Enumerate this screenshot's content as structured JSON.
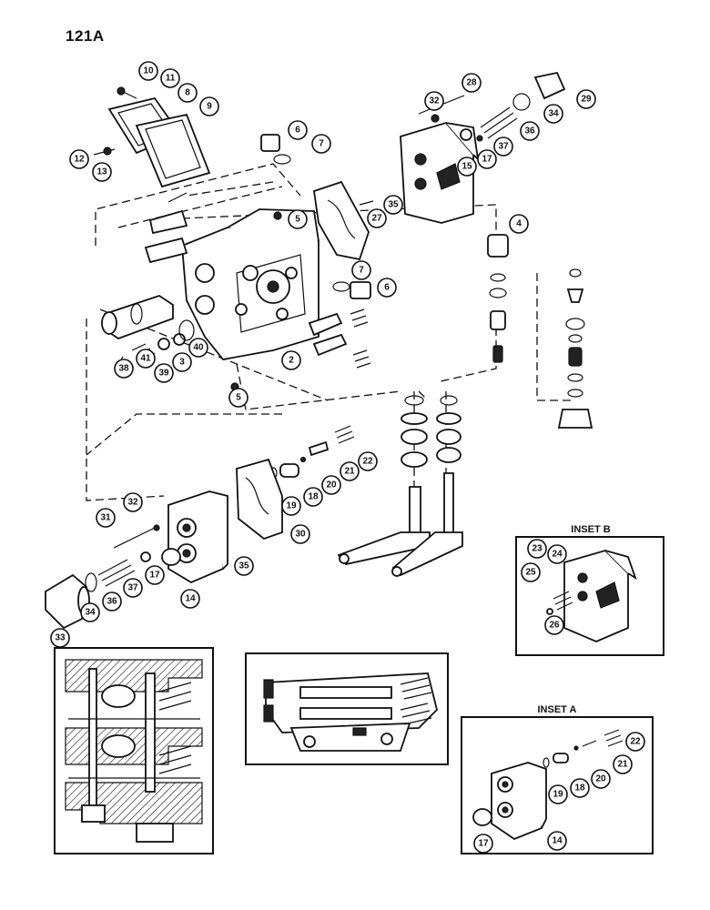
{
  "page_label": "121A",
  "insets": {
    "inset_b": "INSET B",
    "inset_a": "INSET A"
  },
  "callouts": {
    "main": [
      "10",
      "11",
      "8",
      "9",
      "12",
      "13",
      "6",
      "7",
      "28",
      "32",
      "29",
      "34",
      "36",
      "37",
      "17",
      "15",
      "5",
      "27",
      "35",
      "4",
      "7",
      "6",
      "2",
      "38",
      "41",
      "39",
      "3",
      "40",
      "5",
      "22",
      "21",
      "20",
      "18",
      "19",
      "30",
      "32",
      "31",
      "35",
      "14",
      "17",
      "37",
      "36",
      "34",
      "33"
    ],
    "inset_b": [
      "23",
      "24",
      "25",
      "26"
    ],
    "inset_a": [
      "22",
      "21",
      "20",
      "18",
      "19",
      "14",
      "17"
    ]
  }
}
